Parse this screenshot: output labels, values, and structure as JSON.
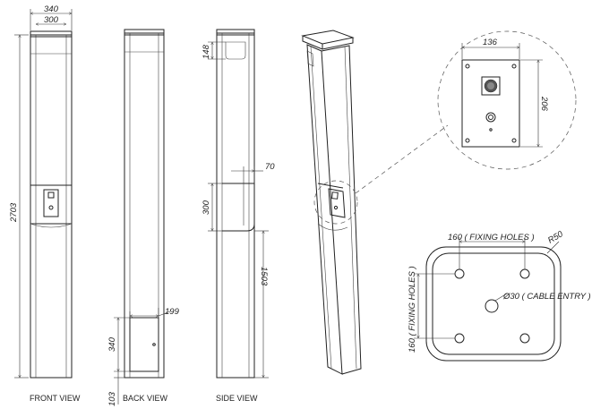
{
  "views": {
    "front": "FRONT  VIEW",
    "back": "BACK  VIEW",
    "side": "SIDE  VIEW"
  },
  "dimensions": {
    "top_outer": "340",
    "top_inner": "300",
    "height_total": "2703",
    "panel_width": "136",
    "panel_height": "206",
    "cap_height": "148",
    "bracket_depth": "70",
    "bracket_height": "300",
    "lower_height": "1503",
    "door_width": "199",
    "door_height": "340",
    "base_offset": "103"
  },
  "plan": {
    "fixing_holes_x": "160  ( FIXING HOLES )",
    "fixing_holes_y": "160  ( FIXING HOLES )",
    "radius": "R50",
    "cable_entry": "Ø30  ( CABLE ENTRY )"
  }
}
